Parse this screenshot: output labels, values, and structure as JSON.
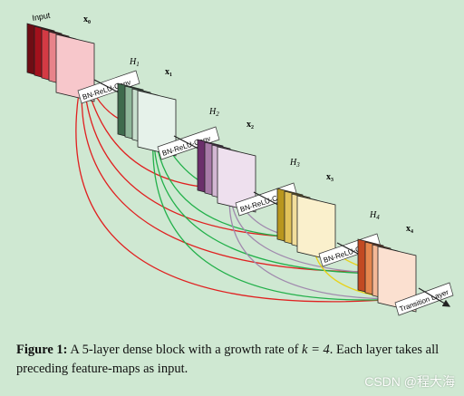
{
  "diagram": {
    "input_label": "Input",
    "x0": "x₀",
    "x1": "x₁",
    "x2": "x₂",
    "x3": "x₃",
    "x4": "x₄",
    "h1": "H",
    "h1_sub": "1",
    "h2": "H",
    "h2_sub": "2",
    "h3": "H",
    "h3_sub": "3",
    "h4": "H",
    "h4_sub": "4",
    "block_label": "BN-ReLU-Conv",
    "transition_label": "Transition Layer",
    "colors": {
      "input": "#b01822",
      "h1": "#3f6b4d",
      "h2": "#6b2f6b",
      "h3": "#b9961e",
      "h4": "#c24a22",
      "arrow_red": "#e02020",
      "arrow_green": "#22b04a",
      "arrow_purple": "#a089ad",
      "arrow_yellow": "#e8d21a"
    }
  },
  "caption": {
    "figure_label": "Figure 1:",
    "text_before_k": " A 5-layer dense block with a growth rate of ",
    "k_expr": "k = 4",
    "text_after_k": ". Each layer takes all preceding feature-maps as input."
  },
  "watermark": "CSDN @程大海"
}
